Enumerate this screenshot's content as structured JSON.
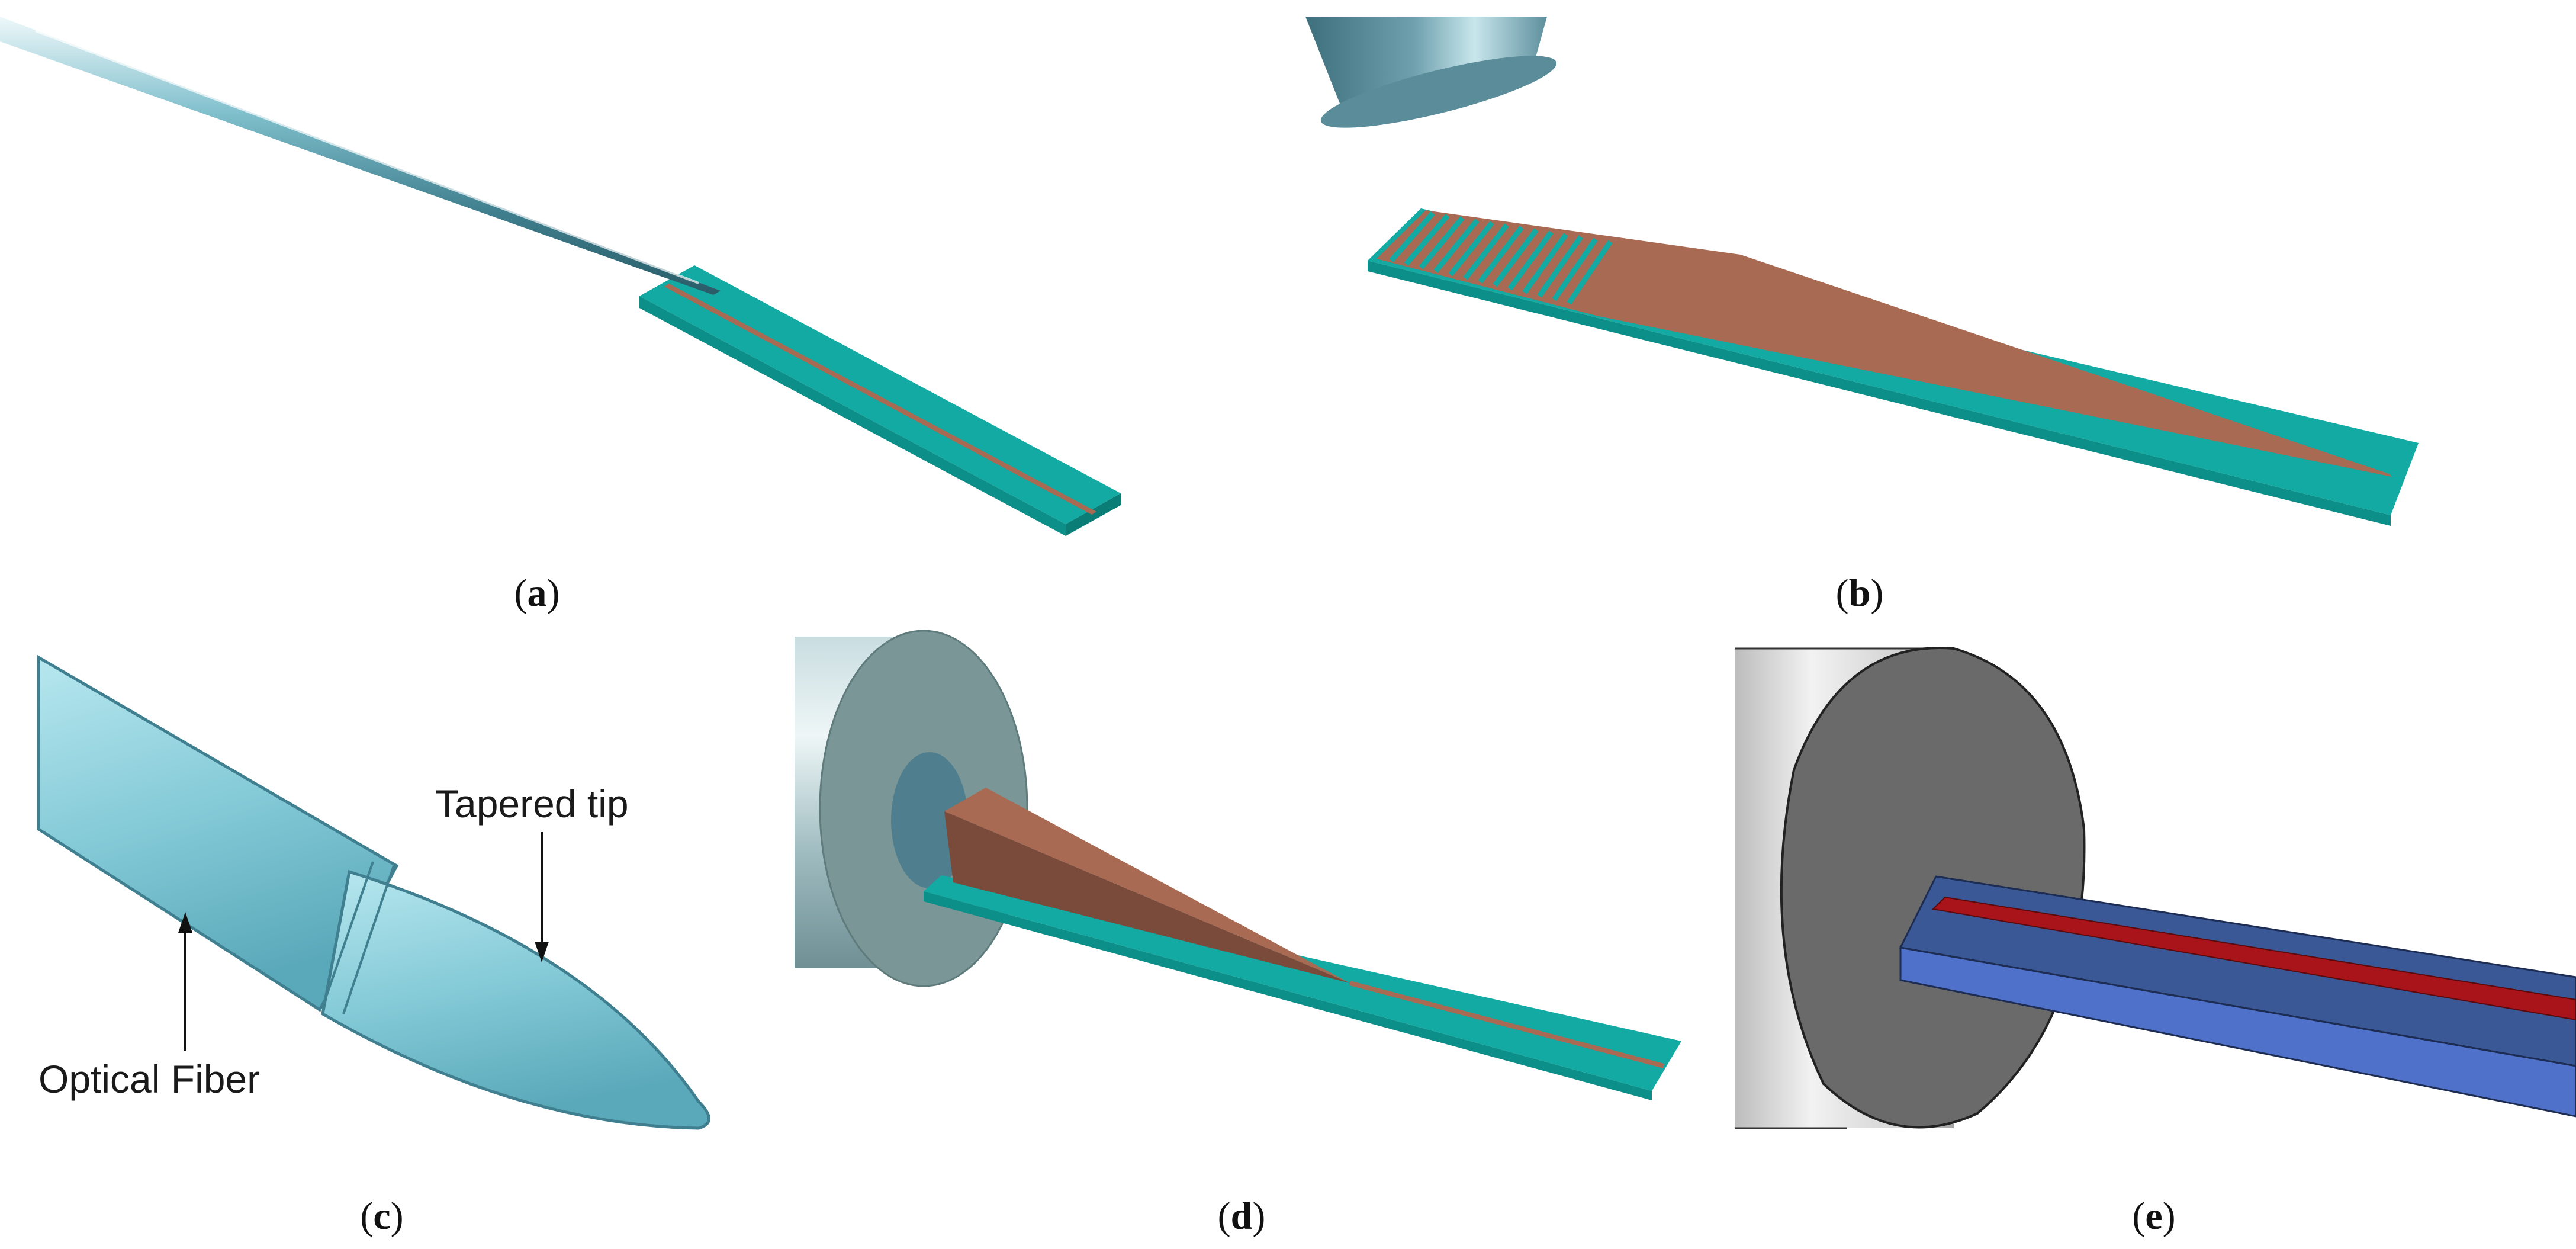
{
  "panels": {
    "a": {
      "label": "a"
    },
    "b": {
      "label": "b"
    },
    "c": {
      "label": "c"
    },
    "d": {
      "label": "d"
    },
    "e": {
      "label": "e"
    }
  },
  "annotations": {
    "tapered_tip": "Tapered tip",
    "optical_fiber": "Optical Fiber"
  },
  "colors": {
    "substrate_teal": "#12aaa2",
    "waveguide_copper": "#a86a52",
    "fiber_light_blue": "#8fd3df",
    "gray_cylinder": "#6a6a6a",
    "blue_waveguide": "#4c6bb8",
    "red_core": "#a8141a"
  }
}
